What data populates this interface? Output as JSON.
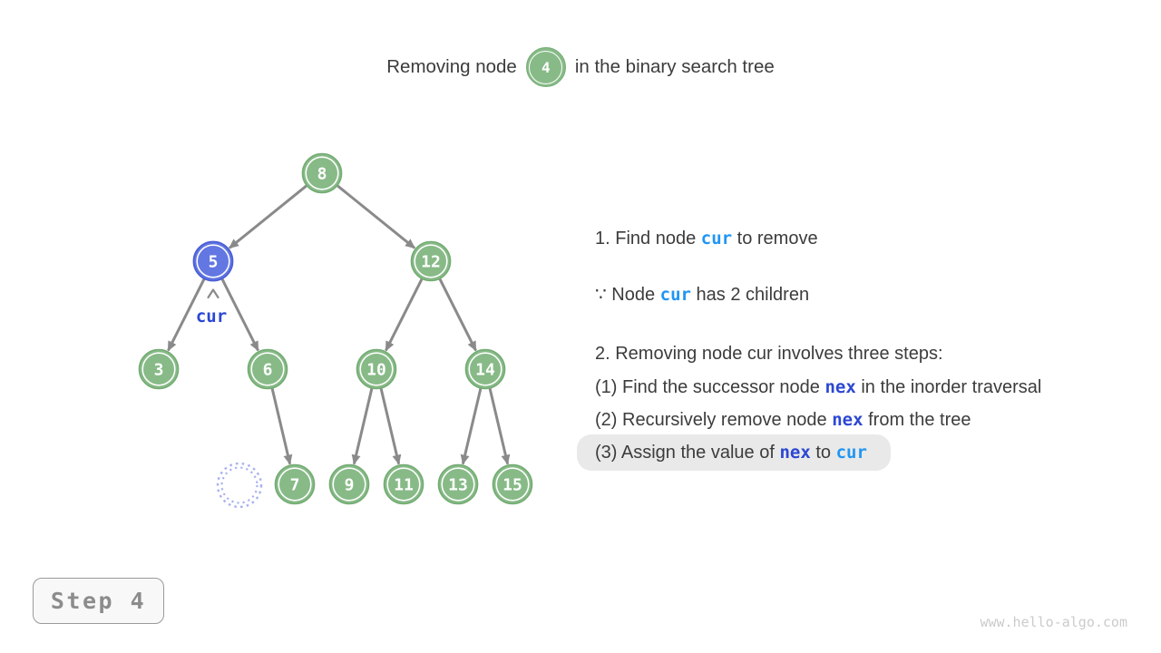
{
  "title": {
    "prefix": "Removing node",
    "node_value": "4",
    "suffix": "in the binary search tree"
  },
  "tree": {
    "nodes": [
      {
        "value": "8"
      },
      {
        "value": "5"
      },
      {
        "value": "12"
      },
      {
        "value": "3"
      },
      {
        "value": "6"
      },
      {
        "value": "10"
      },
      {
        "value": "14"
      },
      {
        "value": "7"
      },
      {
        "value": "9"
      },
      {
        "value": "11"
      },
      {
        "value": "13"
      },
      {
        "value": "15"
      }
    ],
    "cur_label": "cur",
    "placeholder_icon": "dashed-circle-removed-node"
  },
  "panel": {
    "lines": [
      {
        "parts": [
          {
            "t": "1. Find node "
          },
          {
            "t": "cur",
            "k": "cur"
          },
          {
            "t": " to remove"
          }
        ]
      },
      {
        "parts": [
          {
            "t": "∵ Node "
          },
          {
            "t": "cur",
            "k": "cur"
          },
          {
            "t": " has 2 children"
          }
        ]
      },
      {
        "parts": [
          {
            "t": "2. Removing node cur involves three steps:"
          }
        ]
      },
      {
        "parts": [
          {
            "t": "(1) Find the successor node "
          },
          {
            "t": "nex",
            "k": "nex"
          },
          {
            "t": " in the inorder traversal"
          }
        ]
      },
      {
        "parts": [
          {
            "t": "(2) Recursively remove node "
          },
          {
            "t": "nex",
            "k": "nex"
          },
          {
            "t": " from the tree"
          }
        ]
      },
      {
        "parts": [
          {
            "t": "(3) Assign the value of "
          },
          {
            "t": "nex",
            "k": "nex"
          },
          {
            "t": " to "
          },
          {
            "t": "cur",
            "k": "cur"
          }
        ]
      }
    ]
  },
  "step_indicator": {
    "label": "Step 4"
  },
  "watermark": "www.hello-algo.com",
  "colors": {
    "node_green": "#87BA87",
    "node_green_border": "#74AC74",
    "node_blue": "#6277E2",
    "node_blue_border": "#4B5ED6",
    "edge_gray": "#8A8A8A",
    "keyword_cur": "#2196F3",
    "keyword_nex": "#2B47D3",
    "highlight_bg": "#E9E9E9",
    "ghost_ring": "#A9B2EE"
  }
}
